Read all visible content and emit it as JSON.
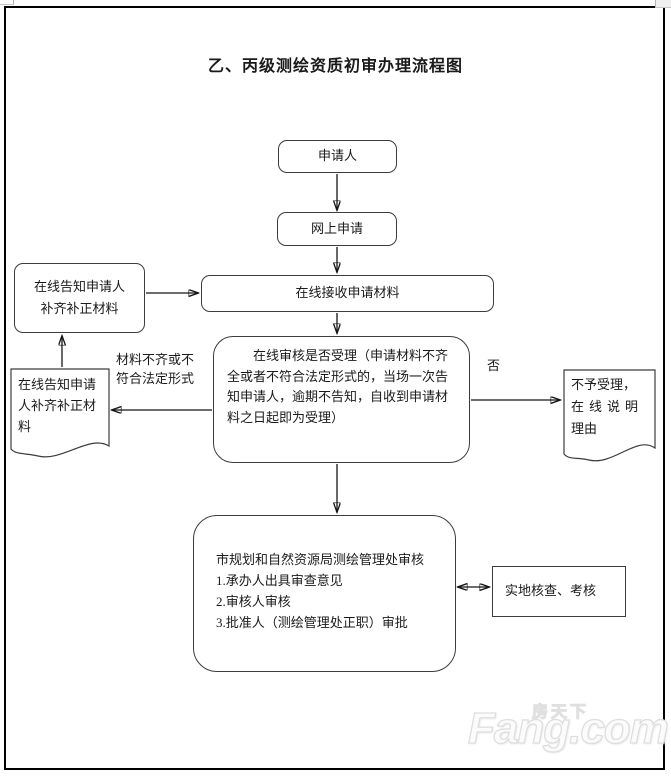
{
  "title": "乙、丙级测绘资质初审办理流程图",
  "colors": {
    "box_border": "#3c3c3c",
    "connector": "#161616",
    "frame_border": "#000000",
    "watermark": "#fbfbfb",
    "background": "#ffffff"
  },
  "nodes": {
    "applicant": {
      "label": "申请人"
    },
    "online_apply": {
      "label": "网上申请"
    },
    "receive": {
      "label": "在线接收申请材料"
    },
    "notify_top": {
      "line1": "在线告知申请人",
      "line2": "补齐补正材料"
    },
    "review": {
      "text": "在线审核是否受理（申请材料不齐全或者不符合法定形式的，当场一次告知申请人，逾期不告知，自收到申请材料之日起即为受理）"
    },
    "notify_doc": {
      "text": "在线告知申请人补齐补正材料"
    },
    "reject_doc": {
      "line1": "不予受理，",
      "line2": "在线说明",
      "line3": "理由"
    },
    "bureau_review": {
      "line1": "市规划和自然资源局测绘管理处审核",
      "line2": "1.承办人出具审查意见",
      "line3": "2.审核人审核",
      "line4": "3.批准人（测绘管理处正职）审批"
    },
    "site_check": {
      "label": "实地核查、考核"
    }
  },
  "edge_labels": {
    "incomplete": "材料不齐或不符合法定形式",
    "no": "否"
  },
  "watermark": {
    "cn": "房天下",
    "en": "Fang.com"
  }
}
